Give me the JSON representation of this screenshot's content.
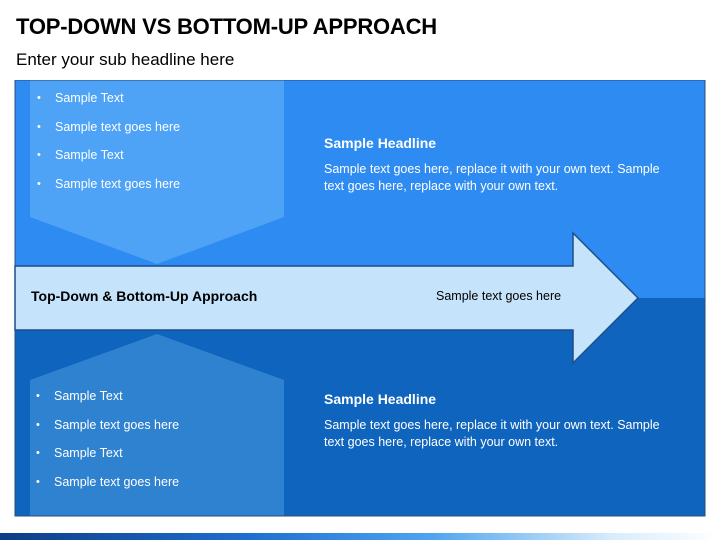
{
  "title": "TOP-DOWN VS BOTTOM-UP APPROACH",
  "subtitle": "Enter your sub headline here",
  "colors": {
    "top_panel": "#2e8bf2",
    "top_chevron": "#4ea3f6",
    "bottom_panel": "#0f64bd",
    "bottom_chevron": "#2f82cf",
    "arrow_fill": "#c5e4fb",
    "panel_border": "#2a4d7a"
  },
  "top_section": {
    "bullets": [
      "Sample Text",
      "Sample text goes here",
      "Sample Text",
      "Sample text goes here"
    ],
    "headline": "Sample Headline",
    "body": "Sample text goes here, replace it with your own text. Sample text goes here, replace with your own text."
  },
  "arrow": {
    "label": "Top-Down & Bottom-Up Approach",
    "text": "Sample text goes here"
  },
  "bottom_section": {
    "bullets": [
      "Sample Text",
      "Sample text goes here",
      "Sample Text",
      "Sample text goes here"
    ],
    "headline": "Sample Headline",
    "body": "Sample text goes here, replace it with your own text. Sample text goes here, replace with your own text."
  }
}
